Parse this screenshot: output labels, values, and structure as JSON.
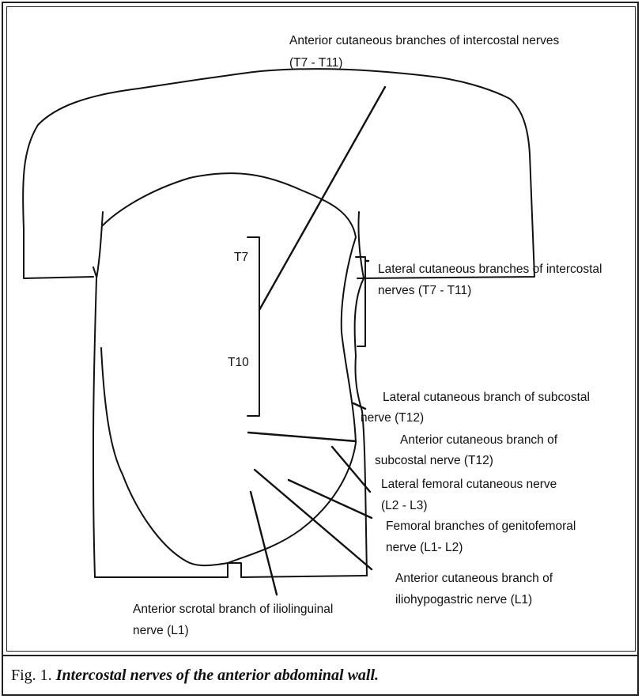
{
  "labels": {
    "anterior_intercostal": [
      "Anterior cutaneous branches of intercostal nerves",
      "(T7 - T11)"
    ],
    "lateral_intercostal": [
      "Lateral cutaneous branches of intercostal",
      "nerves (T7 - T11)"
    ],
    "lateral_subcostal": [
      "Lateral cutaneous branch of subcostal",
      "nerve (T12)"
    ],
    "anterior_subcostal": [
      "Anterior cutaneous branch of",
      "subcostal nerve (T12)"
    ],
    "lateral_femoral": [
      "Lateral femoral cutaneous nerve",
      "(L2 - L3)"
    ],
    "genitofemoral": [
      "Femoral branches of genitofemoral",
      "nerve (L1- L2)"
    ],
    "iliohypogastric": [
      "Anterior cutaneous branch of",
      "iliohypogastric nerve (L1)"
    ],
    "ilioinguinal": [
      "Anterior scrotal branch of iliolinguinal",
      "nerve (L1)"
    ],
    "t7": "T7",
    "t10": "T10"
  },
  "caption": {
    "fig": "Fig. 1.",
    "title": "Intercostal nerves of the anterior abdominal wall."
  }
}
